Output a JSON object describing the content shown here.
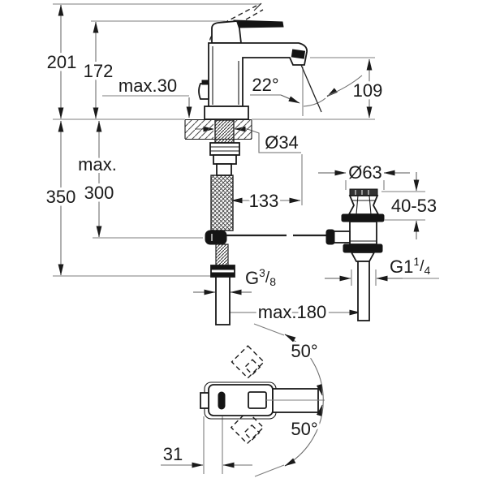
{
  "diagram": {
    "name": "basin-mixer-technical-dimension-drawing",
    "background": "#ffffff",
    "line_color": "#1a1a1a",
    "dimension_line_color": "#777777",
    "front_view": {
      "height_to_raised_lever": "201",
      "height_to_lever": "172",
      "max_deck_thickness": "max.30",
      "spray_angle": "22°",
      "outlet_height": "109",
      "mounting_hole_diameter": "Ø34",
      "max_hose_word": "max.",
      "max_hose_value": "300",
      "overall_depth_below": "350",
      "spout_reach": "133",
      "waste_flange_diameter": "Ø63",
      "waste_clamping_range": "40-53",
      "supply_thread": {
        "base": "G",
        "sup": "3",
        "slash": "/",
        "sub": "8"
      },
      "waste_thread": {
        "base": "G1",
        "sup": "1",
        "slash": "/",
        "sub": "4"
      },
      "max_center_distance": "max.180"
    },
    "top_view": {
      "swing_angle_upper": "50°",
      "swing_angle_lower": "50°",
      "outlet_offset": "31"
    }
  }
}
